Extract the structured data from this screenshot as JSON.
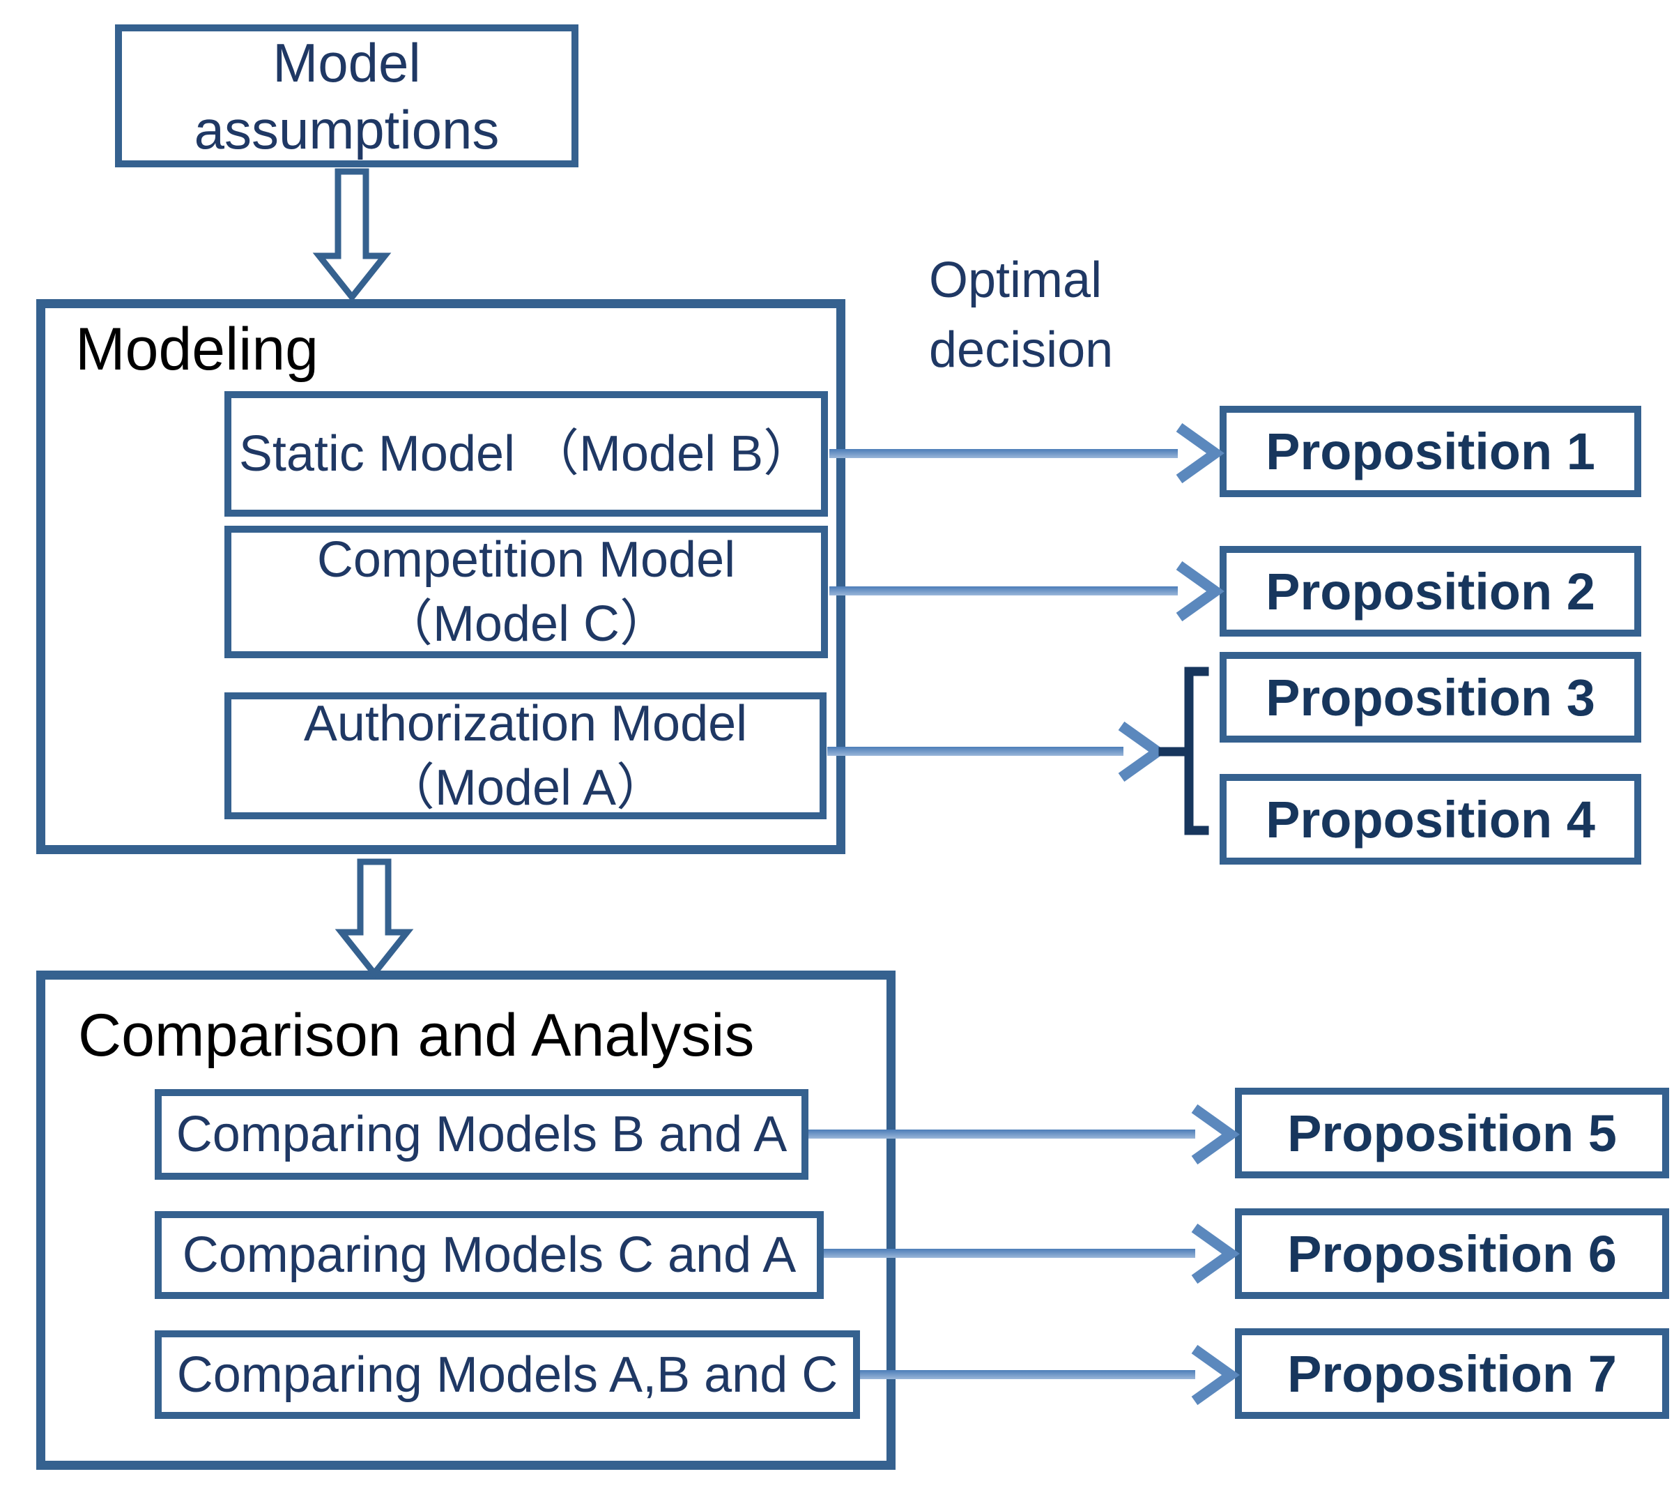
{
  "colors": {
    "border": "#35618F",
    "text-navy": "#1F3864",
    "text-bold-navy": "#17365D",
    "text-black": "#000000",
    "arrow-shaft-dark": "#4C7DB8",
    "arrow-shaft-light": "#9AB6D9",
    "arrow-head": "#5B88BD",
    "brace": "#17365D"
  },
  "assumptions": {
    "line1": "Model",
    "line2": "assumptions"
  },
  "modeling": {
    "title": "Modeling",
    "static_model": "Static Model （Model B）",
    "competition_line1": "Competition Model",
    "competition_line2": "（Model C）",
    "authorization_line1": "Authorization Model",
    "authorization_line2": "（Model A）"
  },
  "optimal_decision": {
    "line1": "Optimal",
    "line2": "decision"
  },
  "propositions": [
    "Proposition 1",
    "Proposition 2",
    "Proposition 3",
    "Proposition 4",
    "Proposition 5",
    "Proposition 6",
    "Proposition 7"
  ],
  "comparison": {
    "title": "Comparison and Analysis",
    "items": [
      "Comparing Models B and A",
      "Comparing Models C and A",
      "Comparing Models A,B and C"
    ]
  }
}
